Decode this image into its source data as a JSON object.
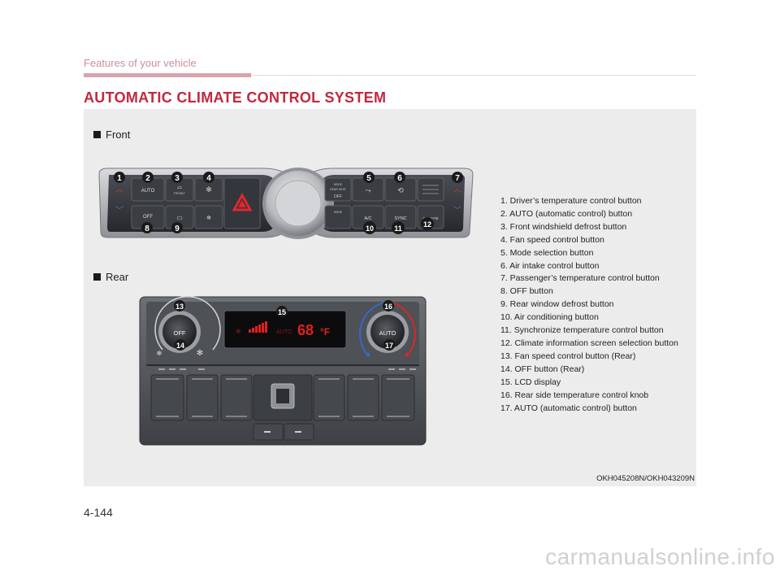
{
  "header": {
    "section": "Features of your vehicle",
    "title": "AUTOMATIC CLIMATE CONTROL SYSTEM"
  },
  "sections": {
    "front": "Front",
    "rear": "Rear"
  },
  "front_panel": {
    "buttons": {
      "auto": "AUTO",
      "front": "FRONT",
      "off": "OFF",
      "rear": "REAR",
      "ac": "A/C",
      "sync": "SYNC",
      "climate": "CLIMATE",
      "mode": "MODE",
      "rear_seat": "REAR SEAT",
      "off_small": "OFF",
      "mode2": "MODE"
    }
  },
  "rear_panel": {
    "off_knob": "OFF",
    "auto_knob": "AUTO",
    "lcd": {
      "mode": "AUTO",
      "temp": "68",
      "unit": "°F"
    }
  },
  "callouts": [
    "1",
    "2",
    "3",
    "4",
    "5",
    "6",
    "7",
    "8",
    "9",
    "10",
    "11",
    "12",
    "13",
    "14",
    "15",
    "16",
    "17"
  ],
  "legend": [
    "1. Driver’s temperature control button",
    "2. AUTO (automatic control) button",
    "3. Front windshield defrost button",
    "4. Fan speed control button",
    "5. Mode selection button",
    "6. Air intake control button",
    "7. Passenger’s temperature control button",
    "8. OFF button",
    "9. Rear window defrost button",
    "10. Air conditioning button",
    "11. Synchronize temperature control button",
    "12. Climate information screen selection button",
    "13. Fan speed control button (Rear)",
    "14. OFF button (Rear)",
    "15. LCD display",
    "16. Rear side temperature control knob",
    "17. AUTO (automatic control) button"
  ],
  "image_code": "OKH045208N/OKH043209N",
  "page_number": "4-144",
  "watermark": "carmanualsonline.info",
  "colors": {
    "accent": "#c2283e",
    "header_bar": "#d8a3ab",
    "callout": "#1a1a1a",
    "lcd_text": "#e0201e"
  }
}
